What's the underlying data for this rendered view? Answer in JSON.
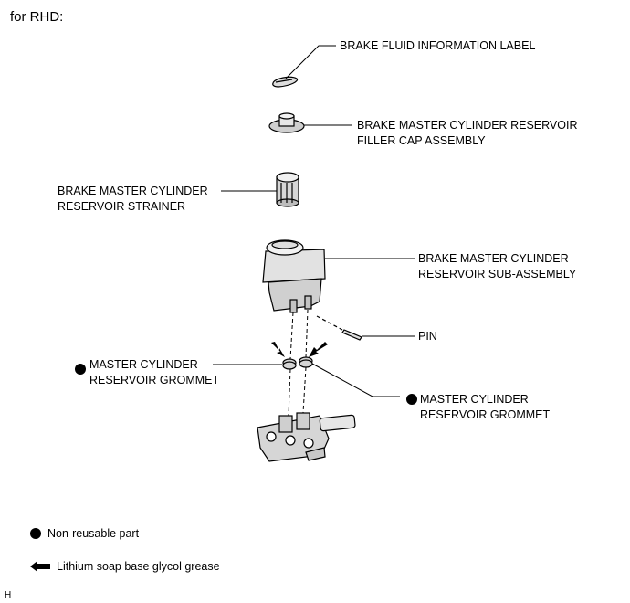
{
  "header": "for RHD:",
  "labels": {
    "info_label": "BRAKE FLUID INFORMATION LABEL",
    "filler_cap_1": "BRAKE MASTER CYLINDER RESERVOIR",
    "filler_cap_2": "FILLER CAP ASSEMBLY",
    "strainer_1": "BRAKE MASTER CYLINDER",
    "strainer_2": "RESERVOIR STRAINER",
    "reservoir_1": "BRAKE MASTER CYLINDER",
    "reservoir_2": "RESERVOIR SUB-ASSEMBLY",
    "pin": "PIN",
    "grommet_left_1": "MASTER CYLINDER",
    "grommet_left_2": "RESERVOIR GROMMET",
    "grommet_right_1": "MASTER CYLINDER",
    "grommet_right_2": "RESERVOIR GROMMET"
  },
  "legend": {
    "non_reusable": "Non-reusable part",
    "grease": "Lithium soap base glycol grease"
  },
  "footer_code": "H"
}
